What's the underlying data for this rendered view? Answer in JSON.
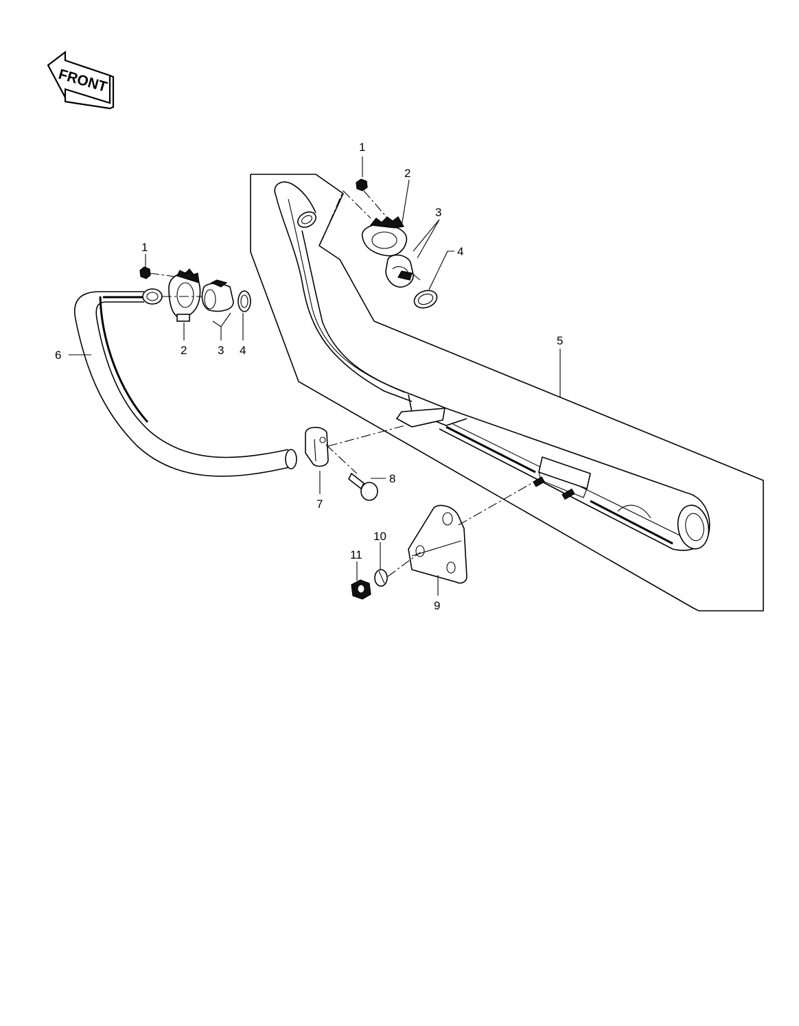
{
  "front_arrow": {
    "label": "FRONT"
  },
  "callouts": {
    "right_nut": "1",
    "right_flange": "2",
    "right_collar": "3",
    "right_gasket": "4",
    "muffler": "5",
    "left_pipe": "6",
    "left_nut": "1",
    "left_flange": "2",
    "left_collar": "3",
    "left_gasket": "4",
    "clamp": "7",
    "bolt": "8",
    "bracket": "9",
    "washer": "10",
    "bracket_nut": "11"
  }
}
